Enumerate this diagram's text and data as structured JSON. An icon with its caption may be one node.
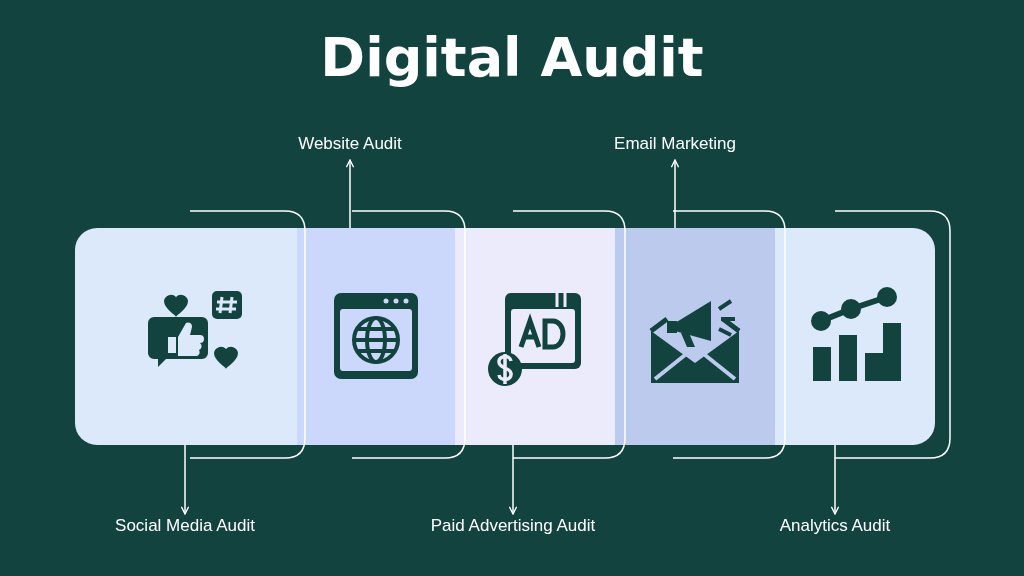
{
  "diagram": {
    "title": "Digital Audit",
    "nodes": [
      {
        "text": [
          "Website Audit"
        ]
      },
      {
        "text": [
          "Email Marketing"
        ]
      },
      {
        "text": [],
        "shape": "box"
      },
      {
        "text": [],
        "shape": "box"
      },
      {
        "text": [],
        "shape": "box"
      },
      {
        "text": [],
        "shape": "box"
      },
      {
        "text": [],
        "shape": "box"
      },
      {
        "text": [
          "Social Media Audit"
        ]
      },
      {
        "text": [
          "Paid Advertising Audit"
        ]
      },
      {
        "text": [
          "Analytics Audit"
        ]
      }
    ],
    "edges": [
      {
        "from": 2,
        "to": 7,
        "arrow": "to"
      },
      {
        "from": 3,
        "to": 0,
        "arrow": "to"
      },
      {
        "from": 4,
        "to": 8,
        "arrow": "to"
      },
      {
        "from": 5,
        "to": 1,
        "arrow": "to"
      },
      {
        "from": 6,
        "to": 9,
        "arrow": "to"
      }
    ]
  }
}
